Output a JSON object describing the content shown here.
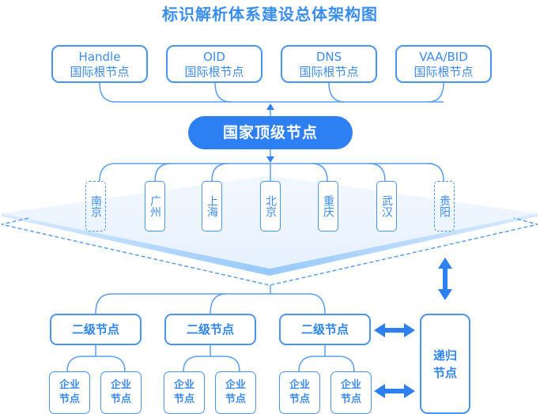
{
  "title": "标识解析体系建设总体架构图",
  "root_nodes": [
    {
      "name": "Handle",
      "label": "国际根节点"
    },
    {
      "name": "OID",
      "label": "国际根节点"
    },
    {
      "name": "DNS",
      "label": "国际根节点"
    },
    {
      "name": "VAA/BID",
      "label": "国际根节点"
    }
  ],
  "national_node": "国家顶级节点",
  "city_nodes": [
    {
      "label": "南京",
      "style": "dashed"
    },
    {
      "label": "广州",
      "style": "solid"
    },
    {
      "label": "上海",
      "style": "solid"
    },
    {
      "label": "北京",
      "style": "solid"
    },
    {
      "label": "重庆",
      "style": "solid"
    },
    {
      "label": "武汉",
      "style": "solid"
    },
    {
      "label": "贵阳",
      "style": "dashed"
    }
  ],
  "second_level_nodes": [
    "二级节点",
    "二级节点",
    "二级节点"
  ],
  "enterprise_nodes": [
    {
      "line1": "企业",
      "line2": "节点"
    },
    {
      "line1": "企业",
      "line2": "节点"
    },
    {
      "line1": "企业",
      "line2": "节点"
    },
    {
      "line1": "企业",
      "line2": "节点"
    },
    {
      "line1": "企业",
      "line2": "节点"
    },
    {
      "line1": "企业",
      "line2": "节点"
    }
  ],
  "recursive_node": {
    "line1": "递归",
    "line2": "节点"
  },
  "colors": {
    "primary": "#2d7ff2",
    "line": "#4a95f0",
    "text": "#3d8bee",
    "plane": "#e8f3ff"
  }
}
